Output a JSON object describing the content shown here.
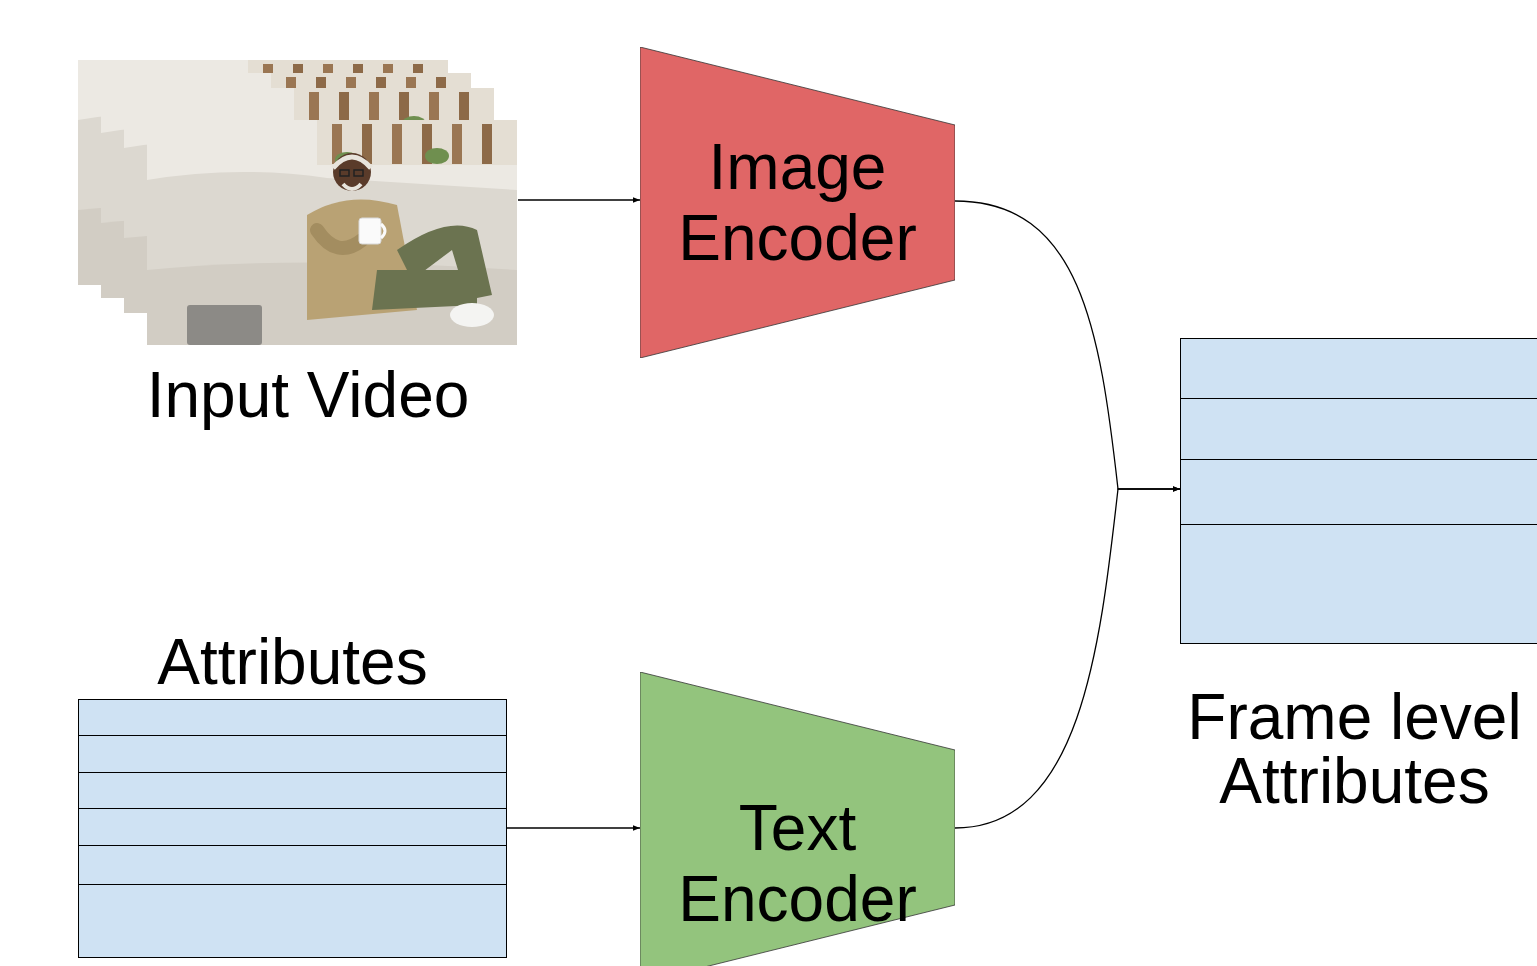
{
  "diagram": {
    "nodes": [
      {
        "text": [
          "Input Video"
        ]
      },
      {
        "text": [
          "Image Encoder"
        ]
      },
      {
        "text": [
          "Attributes"
        ]
      },
      {
        "text": [
          "Text Encoder"
        ]
      },
      {
        "text": [
          "Frame level Attributes"
        ]
      }
    ],
    "edges": [
      {
        "from": 0,
        "to": 1,
        "arrow": "to"
      },
      {
        "from": 2,
        "to": 3,
        "arrow": "to"
      },
      {
        "from": 1,
        "to": 4,
        "arrow": "to"
      },
      {
        "from": 3,
        "to": 4,
        "arrow": "to"
      }
    ]
  }
}
